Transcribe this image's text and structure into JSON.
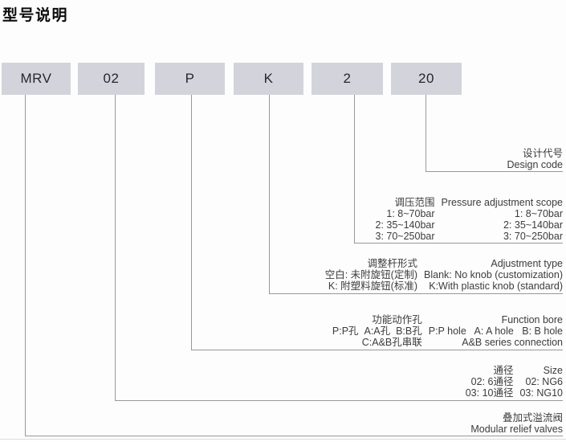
{
  "page": {
    "title": "型号说明"
  },
  "model_code": {
    "segments": [
      "MRV",
      "02",
      "P",
      "K",
      "2",
      "20"
    ]
  },
  "sections": {
    "design_code": {
      "rows_single": [
        "设计代号",
        "Design code"
      ]
    },
    "pressure": {
      "rows": [
        {
          "cn": "调压范围",
          "en": "Pressure adjustment scope"
        },
        {
          "cn": "1: 8~70bar",
          "en": "1: 8~70bar"
        },
        {
          "cn": "2: 35~140bar",
          "en": "2: 35~140bar"
        },
        {
          "cn": "3: 70~250bar",
          "en": "3: 70~250bar"
        }
      ]
    },
    "adjustment": {
      "rows": [
        {
          "cn": "调整杆形式",
          "en": "Adjustment type"
        },
        {
          "cn": "空白: 未附旋钮(定制)",
          "en": "Blank: No knob (customization)"
        },
        {
          "cn": "K: 附塑料旋钮(标准)",
          "en": "K:With plastic knob (standard)"
        }
      ]
    },
    "function_bore": {
      "rows": [
        {
          "cn": "功能动作孔",
          "en": "Function bore"
        },
        {
          "cn": "P:P孔  A:A孔  B:B孔",
          "en": "P:P hole   A: A hole   B: B hole"
        },
        {
          "cn": "C:A&B孔串联",
          "en": "A&B series connection"
        }
      ]
    },
    "size": {
      "rows": [
        {
          "cn": "通径",
          "en": "Size"
        },
        {
          "cn": "02: 6通径",
          "en": "02: NG6"
        },
        {
          "cn": "03: 10通径",
          "en": "03: NG10"
        }
      ]
    },
    "product": {
      "rows_single": [
        "叠加式溢流阀",
        "Modular relief valves"
      ]
    }
  },
  "colors": {
    "box_fill": "#d3d4db",
    "connector_line": "#98989c",
    "text": "#3c3c3e"
  }
}
